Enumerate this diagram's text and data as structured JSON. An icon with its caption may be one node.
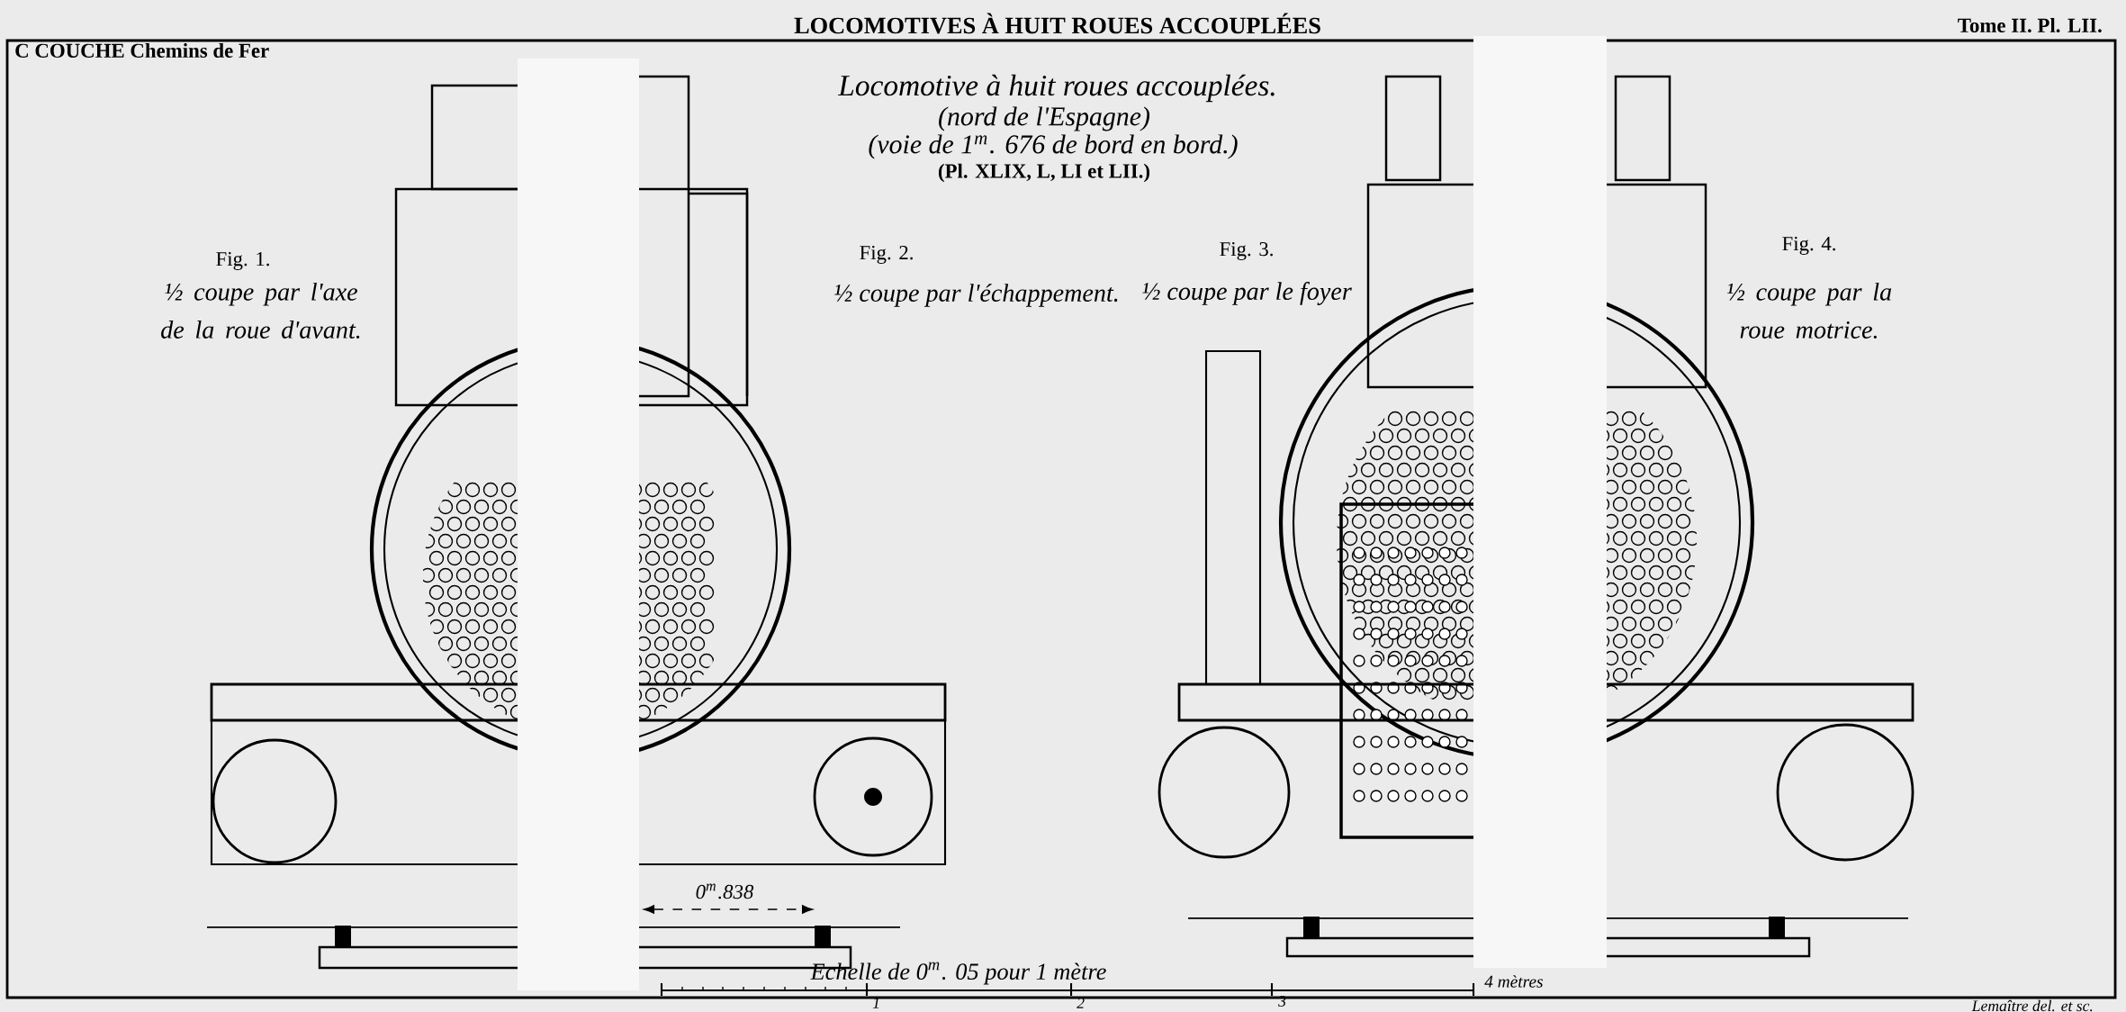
{
  "diagram": {
    "title": "LOCOMOTIVES À HUIT ROUES ACCOUPLÉES",
    "labels": [
      "C COUCHE Chemins de Fer",
      "Tome II. Pl. LII.",
      "Locomotive à huit roues accouplées.",
      "(nord de l'Espagne)",
      "(voie de 1$^{m}$. 676 de bord en bord.)",
      "(Pl. XLIX, L, LI et LII.)",
      "Fig. 1.",
      "½ coupe par l'axe de la roue d'avant.",
      "Fig. 2.",
      "½ coupe par l'échappement.",
      "Fig. 3.",
      "½ coupe par le foyer",
      "Fig. 4.",
      "½ coupe par la roue motrice.",
      "0$^{m}$.838",
      "Echelle de 0$^{m}$. 05 pour 1 mètre",
      "1",
      "2",
      "3",
      "4 mètres",
      "Lemaître del. et sc."
    ]
  }
}
